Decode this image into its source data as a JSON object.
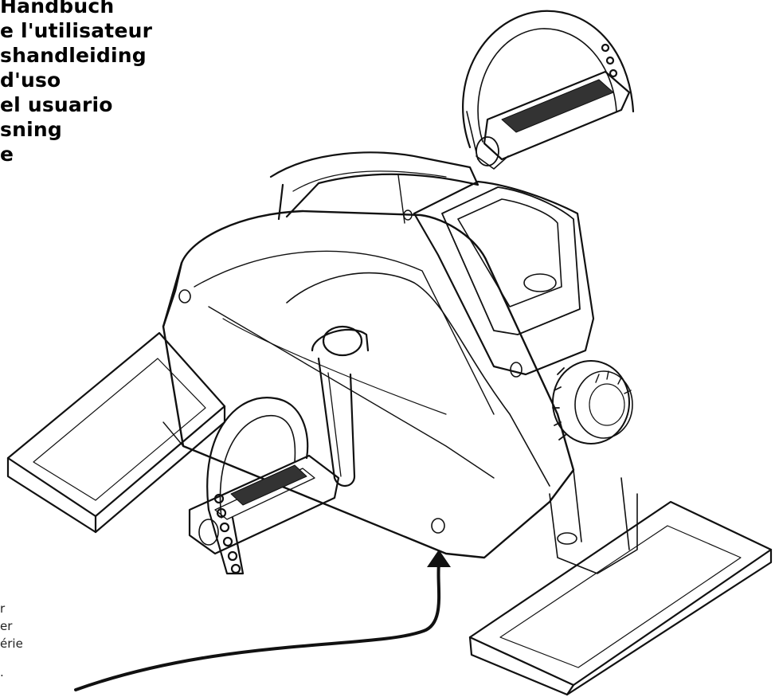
{
  "manual_titles": [
    "Handbuch",
    "e l'utilisateur",
    "shandleiding",
    "d'uso",
    "el usuario",
    "sning",
    "e"
  ],
  "bottom_left_fragments": [
    "r",
    "er",
    "érie",
    "."
  ],
  "illustration": {
    "subject": "mini pedal exerciser line drawing",
    "stroke_color": "#111111",
    "background_color": "#ffffff"
  }
}
